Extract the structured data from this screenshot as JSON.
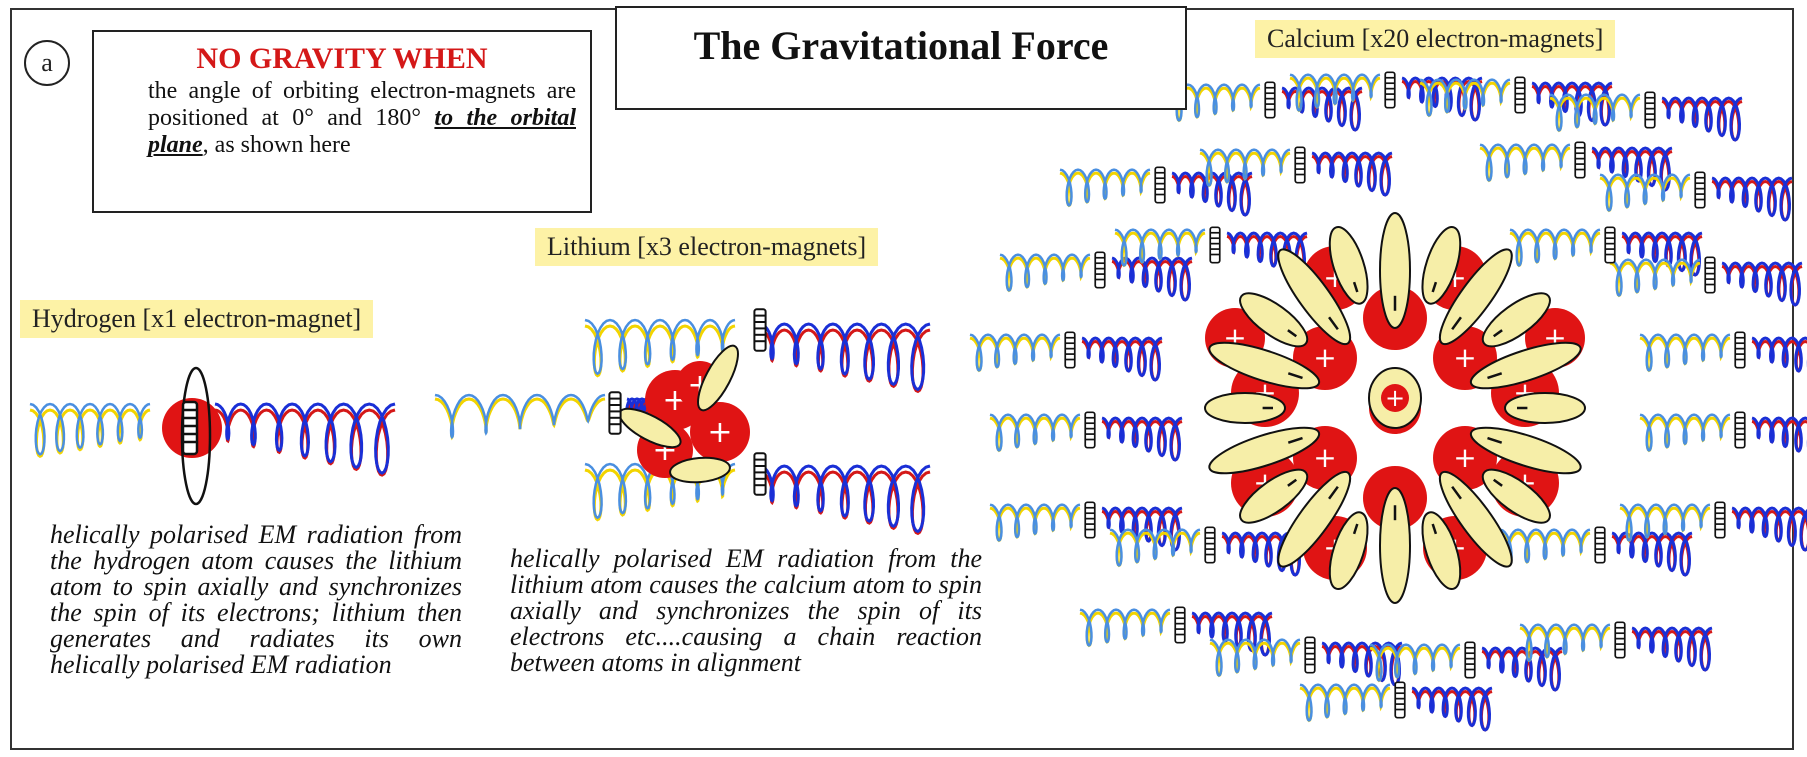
{
  "title": "The Gravitational Force",
  "panel_letter": "a",
  "note": {
    "heading": "NO GRAVITY WHEN",
    "body_1": "the angle of orbiting electron-magnets are positioned at  0° and 180°",
    "body_em": "to the orbital plane",
    "body_2": ", as shown here"
  },
  "labels": {
    "hydrogen": "Hydrogen [x1 electron-magnet]",
    "lithium": "Lithium [x3 electron-magnets]",
    "calcium": "Calcium [x20 electron-magnets]"
  },
  "captions": {
    "hydrogen": "helically polarised EM radiation from the hydrogen atom causes the lithium atom to spin axially and synchronizes the spin of its electrons; lithium then generates and radiates its own helically polarised EM radiation",
    "lithium": "helically polarised EM radiation from the lithium atom causes the calcium atom to spin axially and synchronizes the spin of its electrons etc....causing a chain reaction between atoms in alignment"
  },
  "symbols": {
    "proton": "+",
    "electron": "-"
  },
  "colors": {
    "nucleus_red": "#e01414",
    "electron_yellow": "#f6eea8",
    "label_bg": "#fdf2a6",
    "heading_red": "#d41818",
    "helix_blue": "#1a2fd6",
    "helix_red": "#d41818",
    "helix_lightblue": "#4a8fe0",
    "helix_yellow": "#f2d400"
  }
}
